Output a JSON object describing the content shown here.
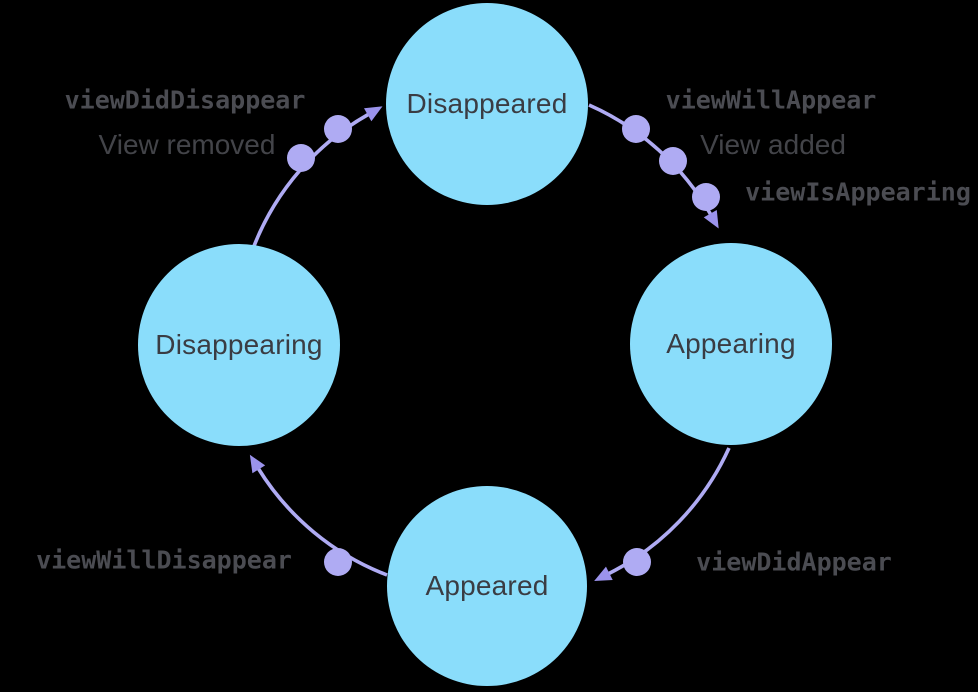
{
  "diagram": {
    "states": [
      {
        "id": "disappeared",
        "label": "Disappeared"
      },
      {
        "id": "appearing",
        "label": "Appearing"
      },
      {
        "id": "appeared",
        "label": "Appeared"
      },
      {
        "id": "disappearing",
        "label": "Disappearing"
      }
    ],
    "transitions": [
      {
        "from": "disappeared",
        "to": "appearing",
        "dots": 3,
        "labels": [
          {
            "text": "viewWillAppear",
            "style": "code"
          },
          {
            "text": "View added",
            "style": "plain"
          },
          {
            "text": "viewIsAppearing",
            "style": "code"
          }
        ]
      },
      {
        "from": "appearing",
        "to": "appeared",
        "dots": 1,
        "labels": [
          {
            "text": "viewDidAppear",
            "style": "code"
          }
        ]
      },
      {
        "from": "appeared",
        "to": "disappearing",
        "dots": 1,
        "labels": [
          {
            "text": "viewWillDisappear",
            "style": "code"
          }
        ]
      },
      {
        "from": "disappearing",
        "to": "disappeared",
        "dots": 2,
        "labels": [
          {
            "text": "viewDidDisappear",
            "style": "code"
          },
          {
            "text": "View removed",
            "style": "plain"
          }
        ]
      }
    ],
    "colors": {
      "background": "#000000",
      "state_fill": "#8ADDFB",
      "state_text": "#3A3C43",
      "arrow": "#AFABF3",
      "arrowhead": "#9B93EC",
      "code_label": "#4B4C52",
      "plain_label": "#434449"
    }
  }
}
